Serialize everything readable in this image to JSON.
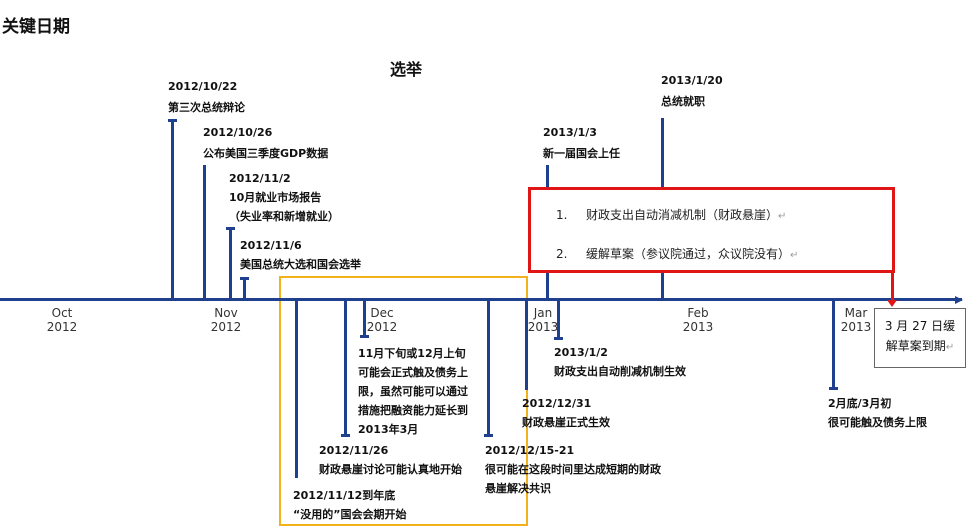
{
  "page_title": "关键日期",
  "subtitle": "选举",
  "axis": [
    {
      "month": "Oct",
      "year": "2012"
    },
    {
      "month": "Nov",
      "year": "2012"
    },
    {
      "month": "Dec",
      "year": "2012"
    },
    {
      "month": "Jan",
      "year": "2013"
    },
    {
      "month": "Feb",
      "year": "2013"
    },
    {
      "month": "Mar",
      "year": "2013"
    }
  ],
  "events_top": [
    {
      "date": "2012/10/22",
      "text": "第三次总统辩论"
    },
    {
      "date": "2012/10/26",
      "text": "公布美国三季度GDP数据"
    },
    {
      "date": "2012/11/2",
      "text1": "10月就业市场报告",
      "text2": "（失业率和新增就业）"
    },
    {
      "date": "2012/11/6",
      "text": "美国总统大选和国会选举"
    },
    {
      "date": "2013/1/3",
      "text": "新一届国会上任"
    },
    {
      "date": "2013/1/20",
      "text": "总统就职"
    }
  ],
  "events_bottom": [
    {
      "date": "2012/11/12到年底",
      "text": "“没用的”国会会期开始"
    },
    {
      "date": "2012/11/26",
      "text": "财政悬崖讨论可能认真地开始"
    },
    {
      "lines": [
        "11月下旬或12月上旬",
        "可能会正式触及债务上",
        "限，虽然可能可以通过",
        "措施把融资能力延长到",
        "2013年3月"
      ]
    },
    {
      "date": "2012/12/15-21",
      "text1": "很可能在这段时间里达成短期的财政",
      "text2": "悬崖解决共识"
    },
    {
      "date": "2012/12/31",
      "text": "财政悬崖正式生效"
    },
    {
      "date": "2013/1/2",
      "text": "财政支出自动削减机制生效"
    },
    {
      "date": "2月底/3月初",
      "text": "很可能触及债务上限"
    }
  ],
  "red_box": {
    "items": [
      {
        "num": "1.",
        "text": "财政支出自动消减机制（财政悬崖）"
      },
      {
        "num": "2.",
        "text": "缓解草案（参议院通过，众议院没有）"
      }
    ],
    "return_mark": "↵"
  },
  "callout": {
    "line1": "3 月 27 日缓",
    "line2": "解草案到期"
  }
}
